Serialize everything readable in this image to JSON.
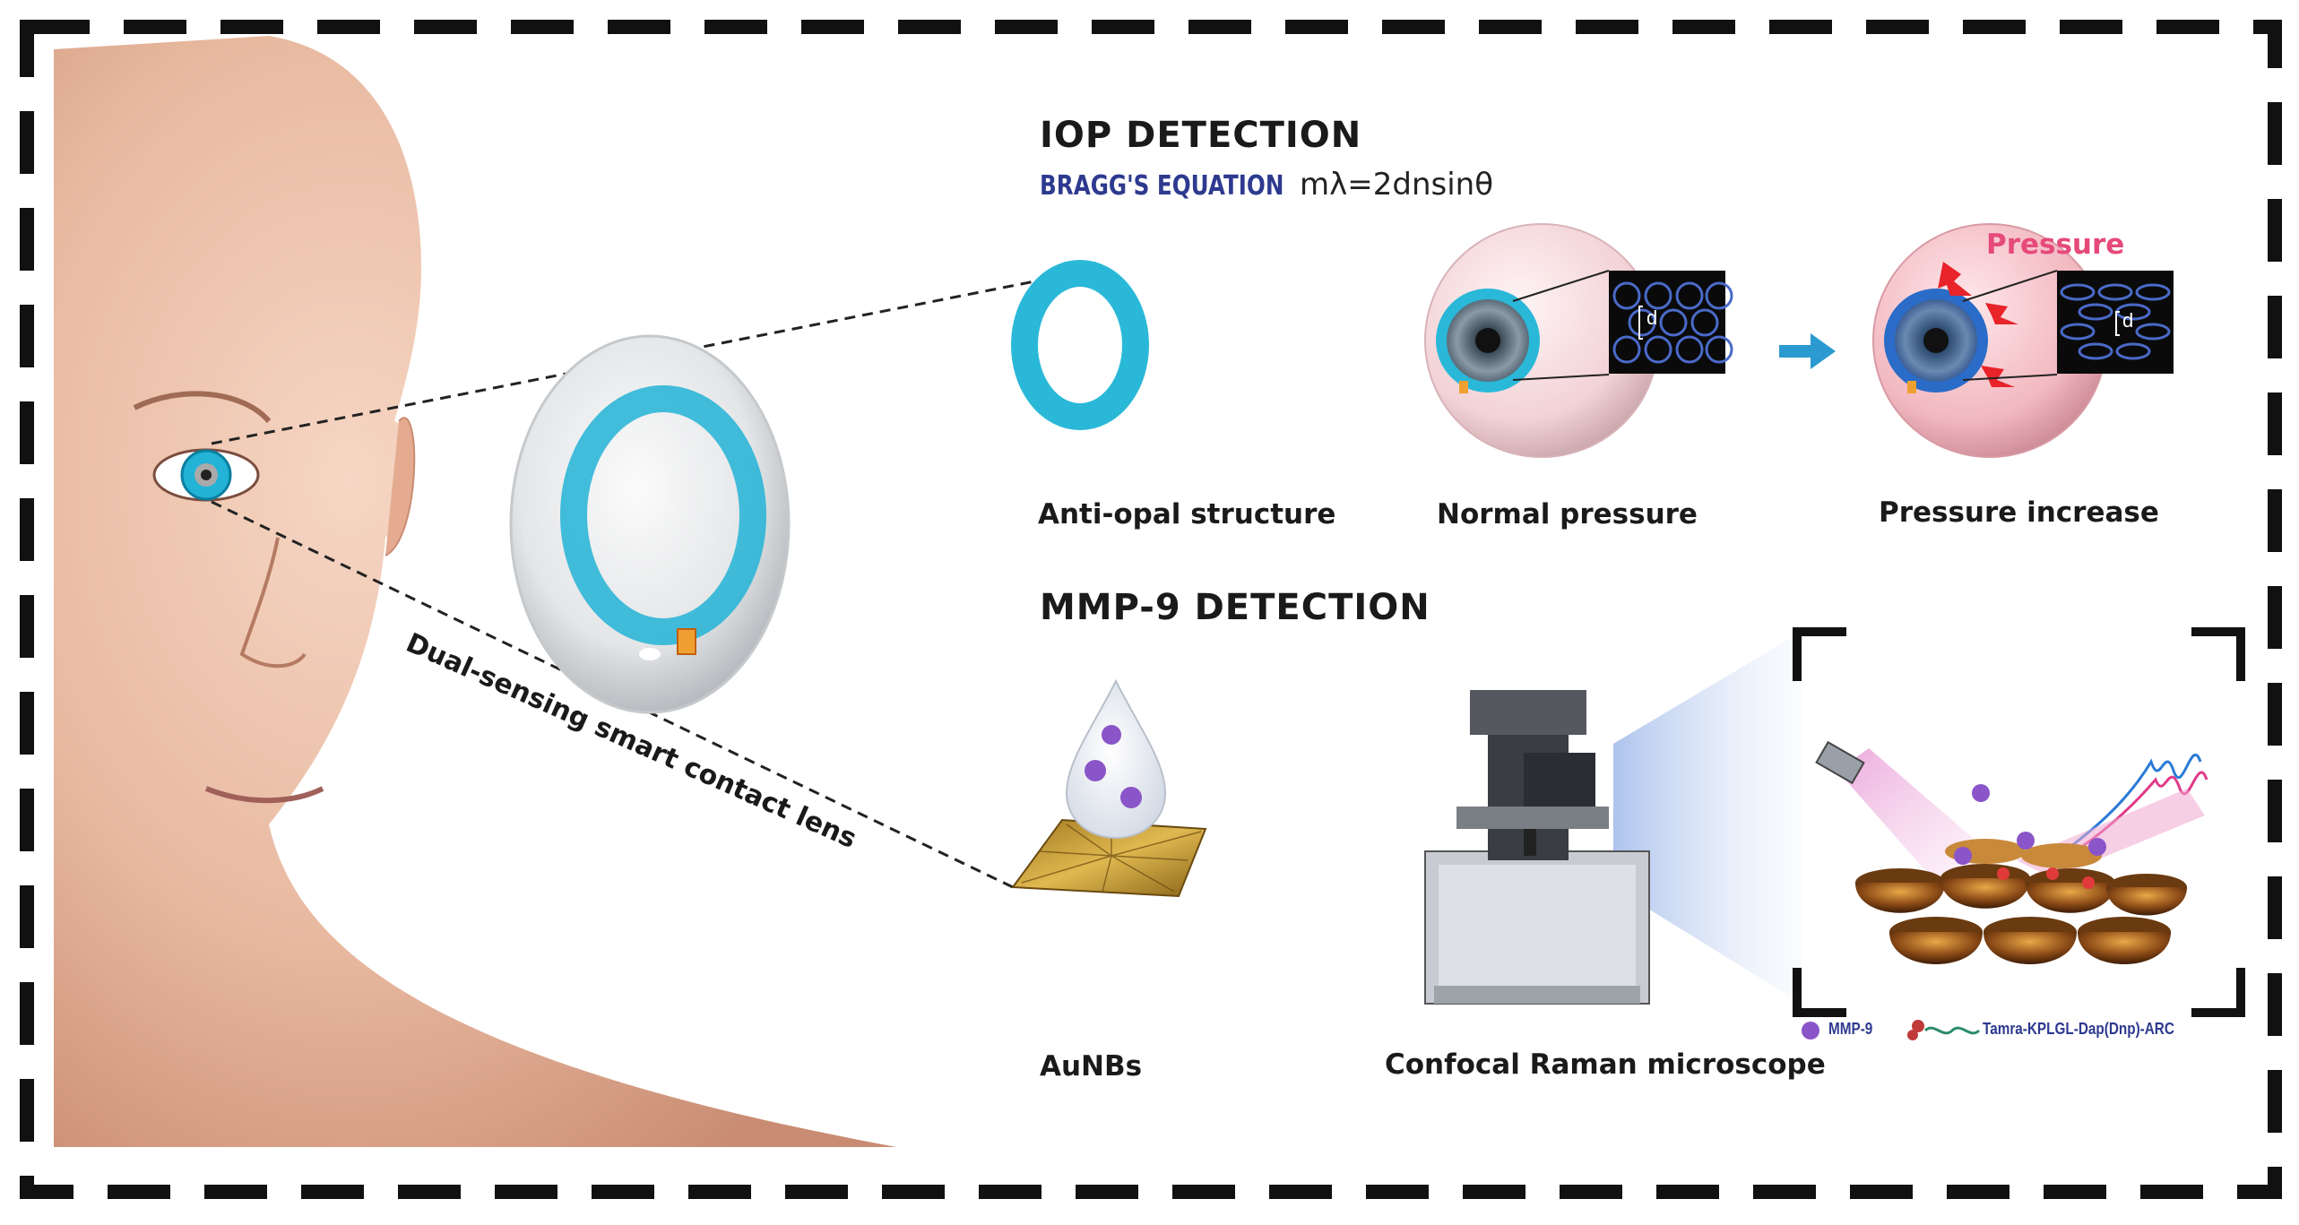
{
  "iop": {
    "title": "IOP DETECTION",
    "bragg_label": "BRAGG'S EQUATION",
    "equation": "mλ=2dnsinθ",
    "anti_opal_label": "Anti-opal structure",
    "normal_label": "Normal pressure",
    "increase_label": "Pressure increase",
    "pressure_word": "Pressure",
    "spacing_symbol": "d"
  },
  "mmp9": {
    "title": "MMP-9 DETECTION",
    "aunbs_label": "AuNBs",
    "microscope_label": "Confocal Raman microscope",
    "legend_mmp9": "MMP-9",
    "legend_peptide": "Tamra-KPLGL-Dap(Dnp)-ARC"
  },
  "lens": {
    "label": "Dual-sensing smart contact lens"
  },
  "colors": {
    "accent_cyan": "#2ab8d8",
    "bragg_blue": "#2e3a8f",
    "pressure_pink": "#e64a7a",
    "arrow_red": "#e8232a",
    "frame": "#111111"
  }
}
